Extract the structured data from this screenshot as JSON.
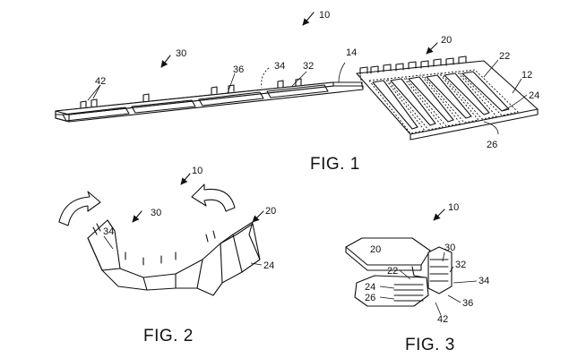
{
  "figures": [
    {
      "id": "fig1",
      "caption": "FIG. 1"
    },
    {
      "id": "fig2",
      "caption": "FIG. 2"
    },
    {
      "id": "fig3",
      "caption": "FIG. 3"
    }
  ],
  "fig1_refs": {
    "r10": "10",
    "r30": "30",
    "r42": "42",
    "r36": "36",
    "r34": "34",
    "r32": "32",
    "r14": "14",
    "r20": "20",
    "r22": "22",
    "r12": "12",
    "r24": "24",
    "r26": "26"
  },
  "fig2_refs": {
    "r10": "10",
    "r30": "30",
    "r20": "20",
    "r34": "34",
    "r24": "24"
  },
  "fig3_refs": {
    "r10": "10",
    "r20": "20",
    "r30": "30",
    "r32": "32",
    "r22": "22",
    "r34": "34",
    "r24": "24",
    "r26": "26",
    "r36": "36",
    "r42": "42"
  }
}
